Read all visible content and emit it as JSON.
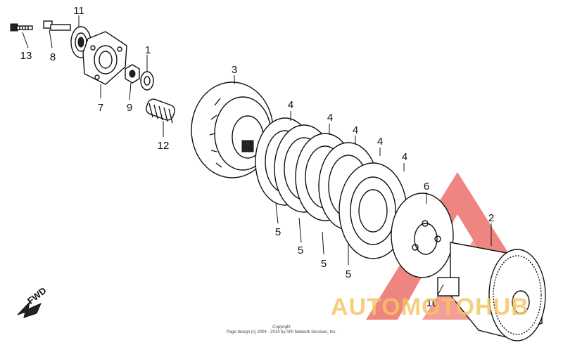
{
  "callouts": {
    "c1": "1",
    "c2": "2",
    "c3": "3",
    "c4a": "4",
    "c4b": "4",
    "c4c": "4",
    "c4d": "4",
    "c4e": "4",
    "c5a": "5",
    "c5b": "5",
    "c5c": "5",
    "c5d": "5",
    "c6": "6",
    "c7": "7",
    "c8": "8",
    "c9": "9",
    "c10": "10",
    "c11": "11",
    "c12": "12",
    "c13": "13"
  },
  "direction": {
    "label": "FWD"
  },
  "copyright": {
    "line1": "Copyright",
    "line2": "Page design (c) 2004 - 2014 by ARI Network Services, Inc."
  },
  "watermark": {
    "text": "AUTOMOTOHUB",
    "color": "#e2231a",
    "accent": "#f4c460"
  },
  "colors": {
    "ink": "#111111",
    "paper": "#ffffff"
  }
}
